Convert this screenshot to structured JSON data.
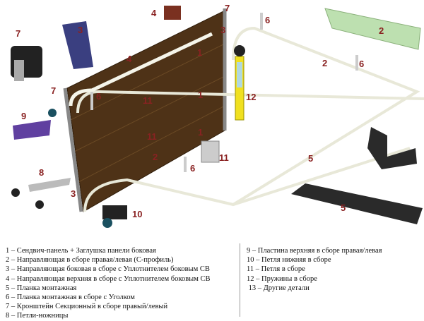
{
  "callouts": [
    "7",
    "3",
    "4",
    "7",
    "6",
    "2",
    "4",
    "1",
    "3",
    "2",
    "6",
    "7",
    "6",
    "11",
    "1",
    "12",
    "9",
    "11",
    "1",
    "2",
    "5",
    "11",
    "6",
    "8",
    "3",
    "5",
    "10"
  ],
  "legend": {
    "left": [
      "1 – Сендвич-панель + Заглушка панели боковая",
      "2 – Направляющая в сборе правая/левая (С-профиль)",
      "3 – Направляющая боковая в сборе с Уплотнителем боковым СВ",
      "4 – Направляющая верхняя в сборе с Уплотнителем боковым СВ",
      "5 – Планка монтажная",
      "6 – Планка монтажная в сборе с Уголком",
      "7 – Кронштейн Секционный в сборе правый/левый",
      "8 – Петли-ножницы"
    ],
    "right": [
      "9 – Пластина верхняя в сборе правая/левая",
      "10 – Петля нижняя в сборе",
      "11 – Петля в сборе",
      "12 – Пружины в сборе",
      " 13 – Другие детали"
    ]
  },
  "colors": {
    "label": "#8a2222",
    "panel": "#4e3217",
    "rail": "#f2f2e6",
    "spring": "#f0e020"
  }
}
